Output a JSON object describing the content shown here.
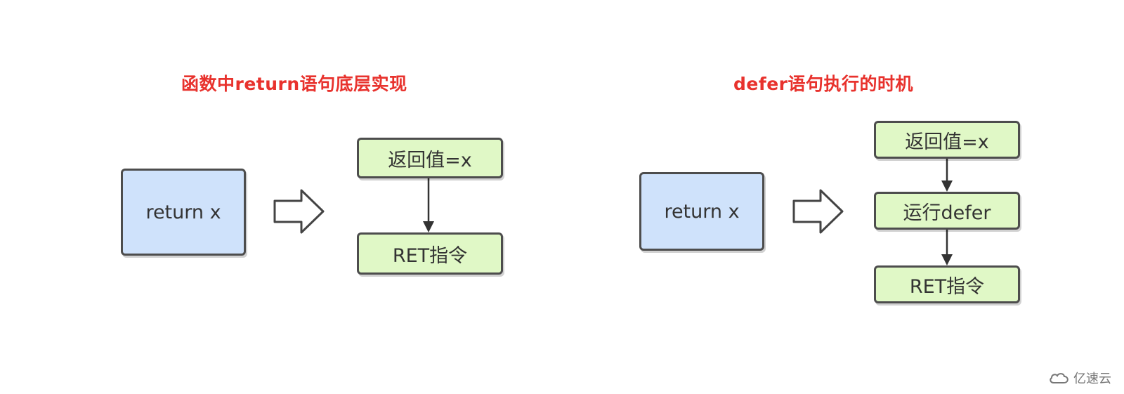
{
  "left": {
    "title": "函数中return语句底层实现",
    "source": "return x",
    "steps": [
      "返回值=x",
      "RET指令"
    ]
  },
  "right": {
    "title": "defer语句执行的时机",
    "source": "return x",
    "steps": [
      "返回值=x",
      "运行defer",
      "RET指令"
    ]
  },
  "watermark": {
    "text": "亿速云",
    "icon": "cloud-logo-icon"
  }
}
